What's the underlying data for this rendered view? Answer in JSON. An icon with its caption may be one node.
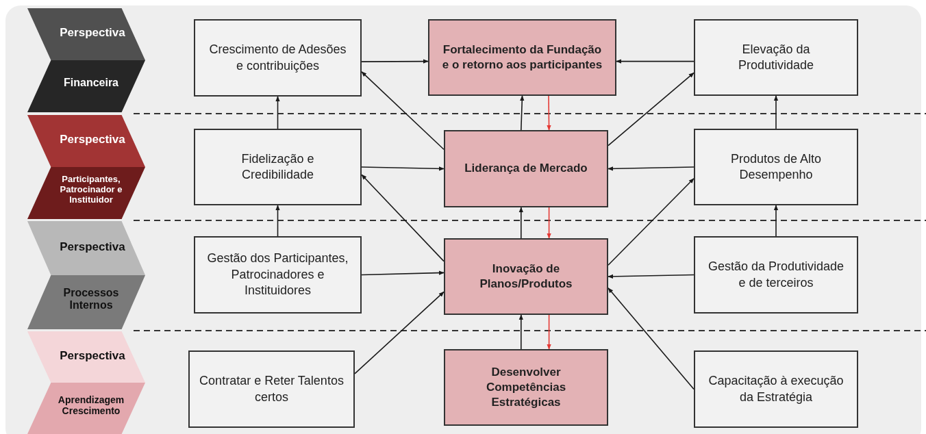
{
  "diagram": {
    "nodes": [
      {
        "text": [
          "Perspectiva",
          "Financeira"
        ]
      },
      {
        "text": [
          "Perspectiva",
          "Participantes, Patrocinador e Instituidor"
        ]
      },
      {
        "text": [
          "Perspectiva",
          "Processos Internos"
        ]
      },
      {
        "text": [
          "Perspectiva",
          "Aprendizagem Crescimento"
        ]
      },
      {
        "text": [
          "Crescimento de Adesões e contribuições"
        ]
      },
      {
        "text": [
          "Fortalecimento da Fundação e o retorno aos participantes"
        ]
      },
      {
        "text": [
          "Elevação da Produtividade"
        ]
      },
      {
        "text": [
          "Fidelização e Credibilidade"
        ]
      },
      {
        "text": [
          "Liderança de Mercado"
        ]
      },
      {
        "text": [
          "Produtos de Alto Desempenho"
        ]
      },
      {
        "text": [
          "Gestão dos Participantes, Patrocinadores e Instituidores"
        ]
      },
      {
        "text": [
          "Inovação de Planos/Produtos"
        ]
      },
      {
        "text": [
          "Gestão da Produtividade e de terceiros"
        ]
      },
      {
        "text": [
          "Contratar e Reter Talentos certos"
        ]
      },
      {
        "text": [
          "Desenvolver Competências Estratégicas"
        ]
      },
      {
        "text": [
          "Capacitação à execução da Estratégia"
        ]
      }
    ],
    "edges": [
      {
        "from": 4,
        "to": 5,
        "arrow": "to"
      },
      {
        "from": 6,
        "to": 5,
        "arrow": "to"
      },
      {
        "from": 7,
        "to": 4,
        "arrow": "to"
      },
      {
        "from": 8,
        "to": 4,
        "arrow": "to"
      },
      {
        "from": 7,
        "to": 8,
        "arrow": "to"
      },
      {
        "from": 9,
        "to": 8,
        "arrow": "to"
      },
      {
        "from": 8,
        "to": 5,
        "arrow": "to"
      },
      {
        "from": 5,
        "to": 8,
        "arrow": "to",
        "color": "#e53935"
      },
      {
        "from": 8,
        "to": 6,
        "arrow": "to"
      },
      {
        "from": 9,
        "to": 6,
        "arrow": "to"
      },
      {
        "from": 10,
        "to": 7,
        "arrow": "to"
      },
      {
        "from": 11,
        "to": 7,
        "arrow": "to"
      },
      {
        "from": 10,
        "to": 11,
        "arrow": "to"
      },
      {
        "from": 13,
        "to": 11,
        "arrow": "to"
      },
      {
        "from": 11,
        "to": 8,
        "arrow": "to"
      },
      {
        "from": 8,
        "to": 11,
        "arrow": "to",
        "color": "#e53935"
      },
      {
        "from": 11,
        "to": 9,
        "arrow": "to"
      },
      {
        "from": 12,
        "to": 9,
        "arrow": "to"
      },
      {
        "from": 12,
        "to": 11,
        "arrow": "to"
      },
      {
        "from": 15,
        "to": 11,
        "arrow": "to"
      },
      {
        "from": 14,
        "to": 11,
        "arrow": "to"
      },
      {
        "from": 11,
        "to": 14,
        "arrow": "to",
        "color": "#e53935"
      }
    ]
  }
}
